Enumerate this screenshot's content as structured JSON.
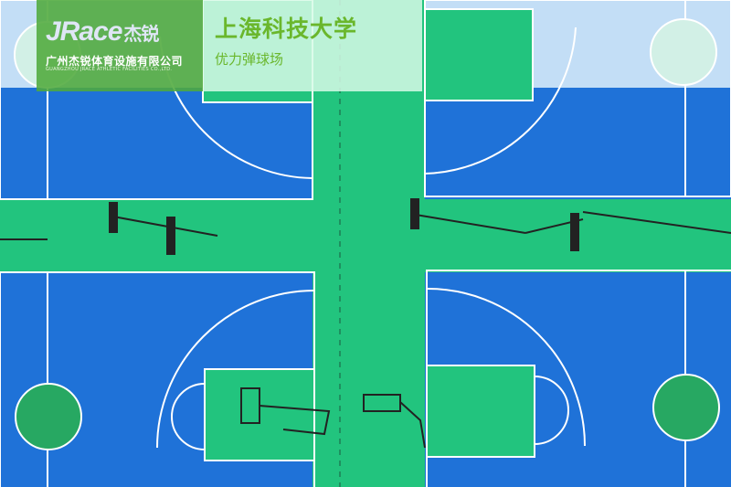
{
  "logo": {
    "brand": "JRace",
    "brand_cn": "杰锐",
    "company_cn": "广州杰锐体育设施有限公司",
    "company_en": "GUANGZHOU JRACE ATHLETIC FACILITIES CO.,LTD."
  },
  "caption": {
    "title": "上海科技大学",
    "subtitle": "优力弹球场"
  },
  "colors": {
    "court_blue": "#1f72d8",
    "lane_green": "#22c47e",
    "sky_blue": "#c3def6",
    "lines": "#ffffff"
  }
}
